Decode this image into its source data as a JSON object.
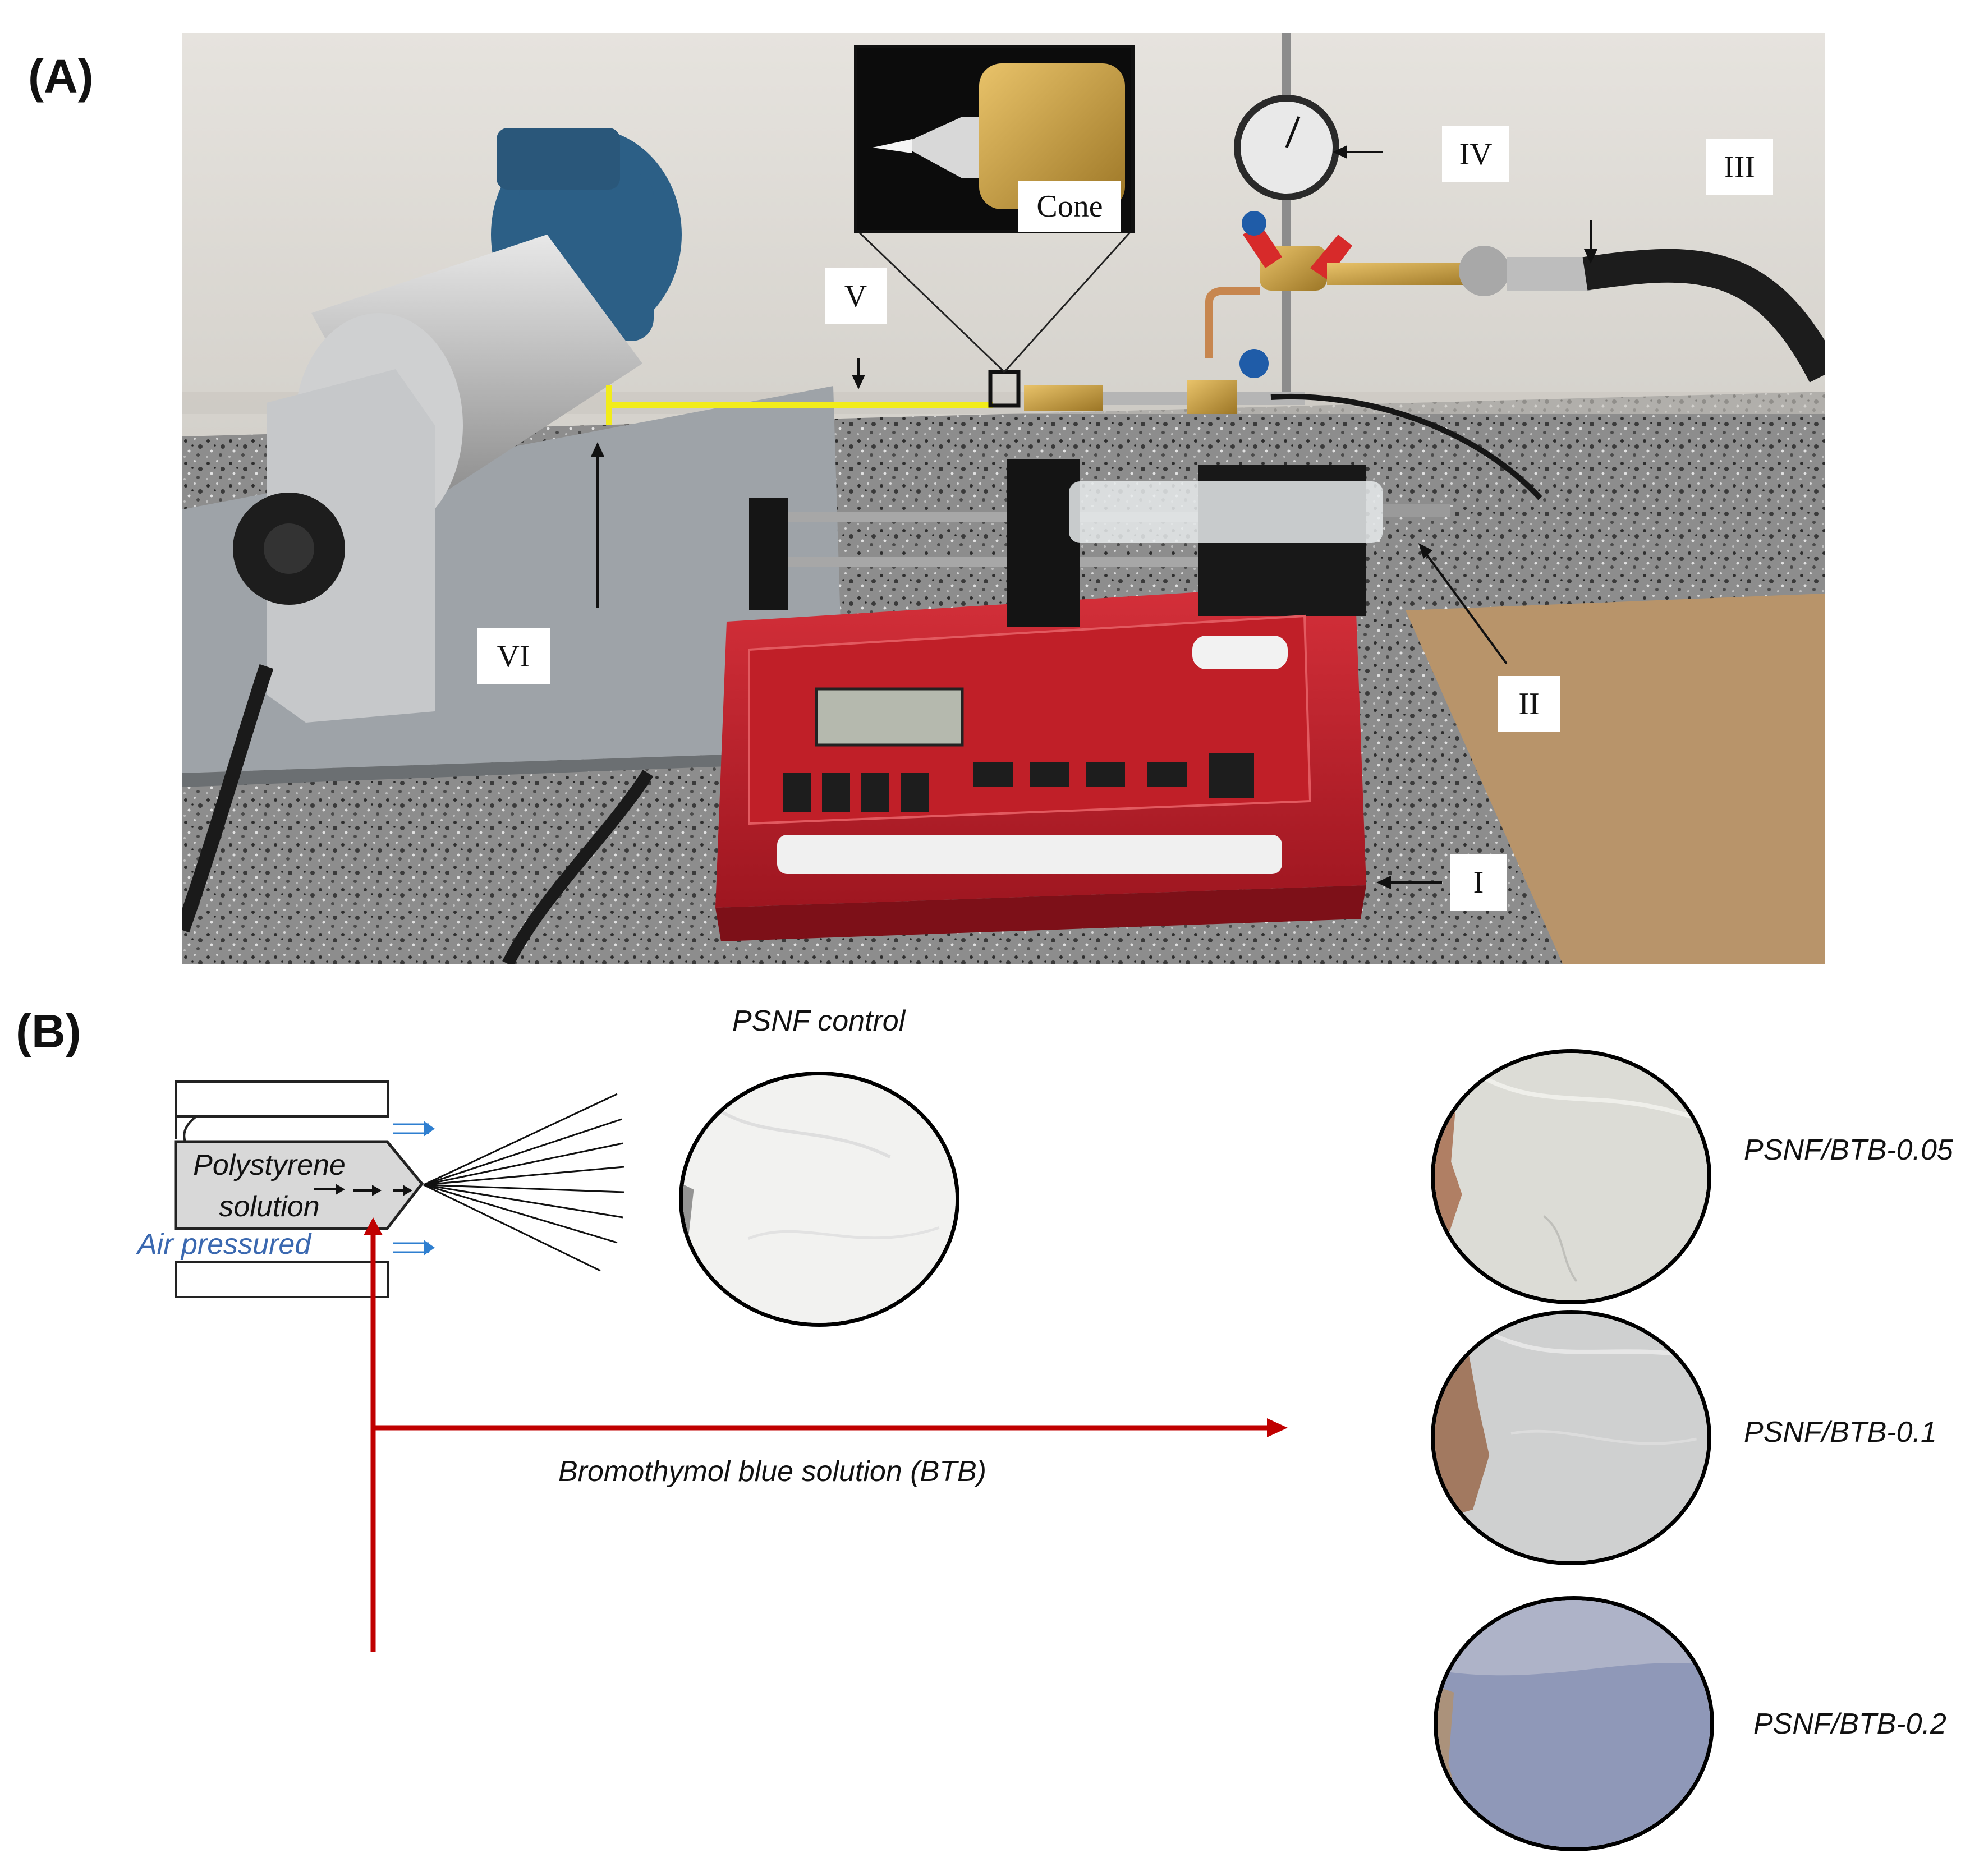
{
  "panels": {
    "a": "(A)",
    "b": "(B)"
  },
  "callouts": {
    "cone": "Cone",
    "i": "I",
    "ii": "II",
    "iii": "III",
    "iv": "IV",
    "v": "V",
    "vi": "VI"
  },
  "schematic": {
    "nozzle_solution": "Polystyrene\nsolution",
    "air_label": "Air pressured",
    "arrow_label": "Bromothymol blue solution (BTB)"
  },
  "samples": [
    {
      "label": "PSNF control",
      "tint": "#f2f2f0"
    },
    {
      "label": "PSNF/BTB-0.05",
      "tint": "#dcdcd6"
    },
    {
      "label": "PSNF/BTB-0.1",
      "tint": "#cfd0d0"
    },
    {
      "label": "PSNF/BTB-0.2",
      "tint": "#8f98b8"
    }
  ],
  "colors": {
    "pump_red": "#c8202a",
    "motor_blue": "#2c5f86",
    "yellow_line": "#f2ec1a",
    "air_arrow_blue": "#2f7fd0",
    "btb_arrow_red": "#c00000",
    "air_text_blue": "#3a68b0"
  }
}
